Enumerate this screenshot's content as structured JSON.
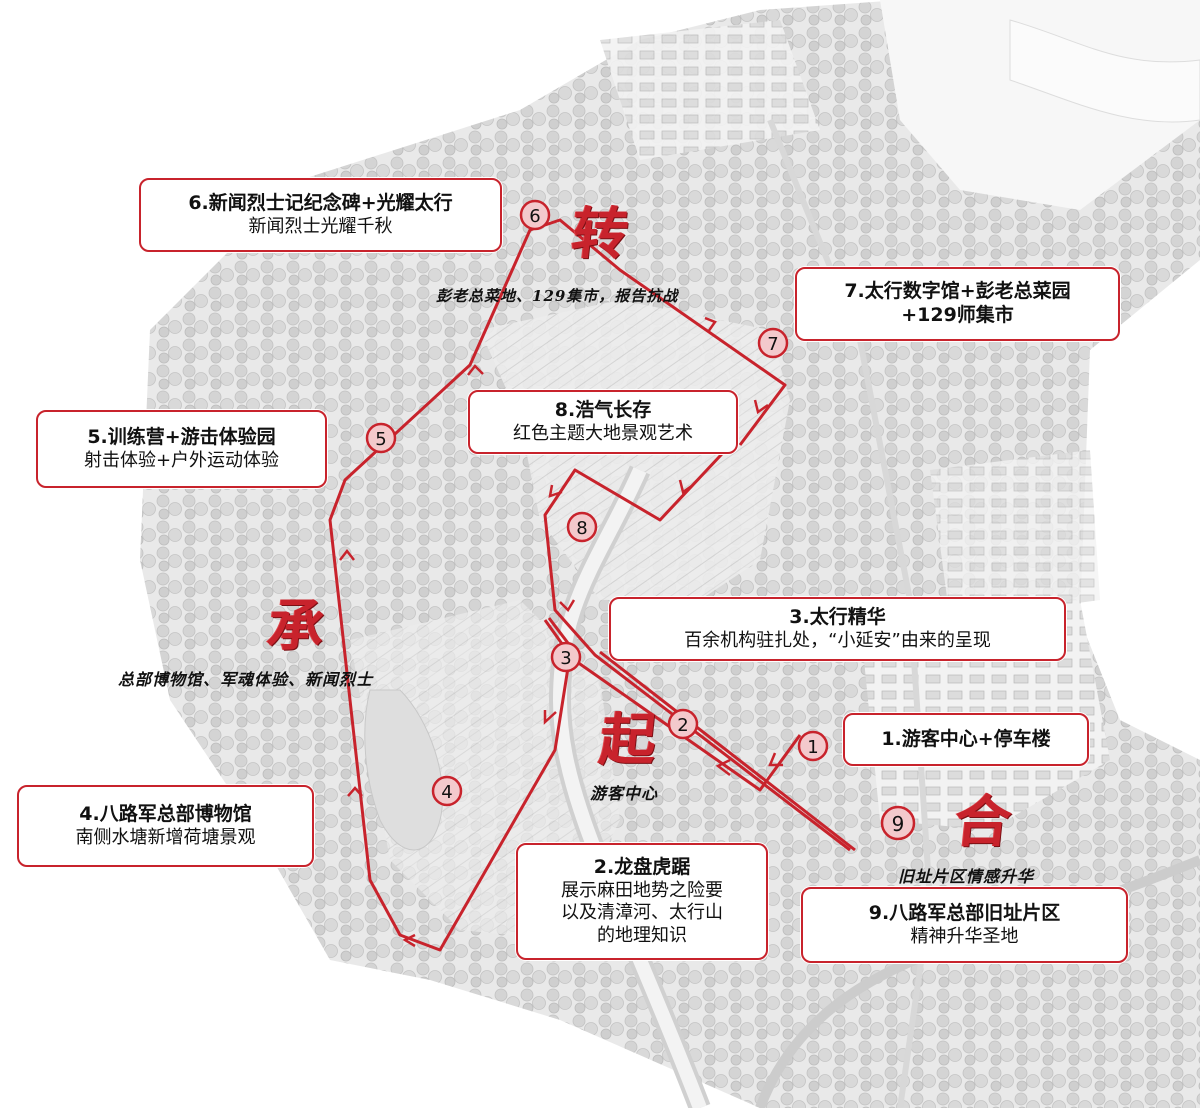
{
  "colors": {
    "route": "#c8232c",
    "label_border": "#c8232c",
    "text": "#111111"
  },
  "stops": [
    {
      "id": "1",
      "title": "1.游客中心+停车楼",
      "subtitle": ""
    },
    {
      "id": "2",
      "title": "2.龙盘虎踞",
      "subtitle": "展示麻田地势之险要",
      "subtitle2": "以及清漳河、太行山",
      "subtitle3": "的地理知识"
    },
    {
      "id": "3",
      "title": "3.太行精华",
      "subtitle": "百余机构驻扎处，“小延安”由来的呈现"
    },
    {
      "id": "4",
      "title": "4.八路军总部博物馆",
      "subtitle": "南侧水塘新增荷塘景观"
    },
    {
      "id": "5",
      "title": "5.训练营+游击体验园",
      "subtitle": "射击体验+户外运动体验"
    },
    {
      "id": "6",
      "title": "6.新闻烈士记纪念碑+光耀太行",
      "subtitle": "新闻烈士光耀千秋"
    },
    {
      "id": "7",
      "title": "7.太行数字馆+彭老总菜园",
      "subtitle": "+129师集市"
    },
    {
      "id": "8",
      "title": "8.浩气长存",
      "subtitle": "红色主题大地景观艺术"
    },
    {
      "id": "9",
      "title": "9.八路军总部旧址片区",
      "subtitle": "精神升华圣地"
    }
  ],
  "markers": [
    "1",
    "2",
    "3",
    "4",
    "5",
    "6",
    "7",
    "8",
    "9"
  ],
  "phases": {
    "qi": {
      "char": "起",
      "caption": "游客中心"
    },
    "cheng": {
      "char": "承",
      "caption": "总部博物馆、军魂体验、新闻烈士"
    },
    "zhuan": {
      "char": "转",
      "caption": "彭老总菜地、129集市，报告抗战"
    },
    "he": {
      "char": "合",
      "caption": "旧址片区情感升华"
    }
  }
}
